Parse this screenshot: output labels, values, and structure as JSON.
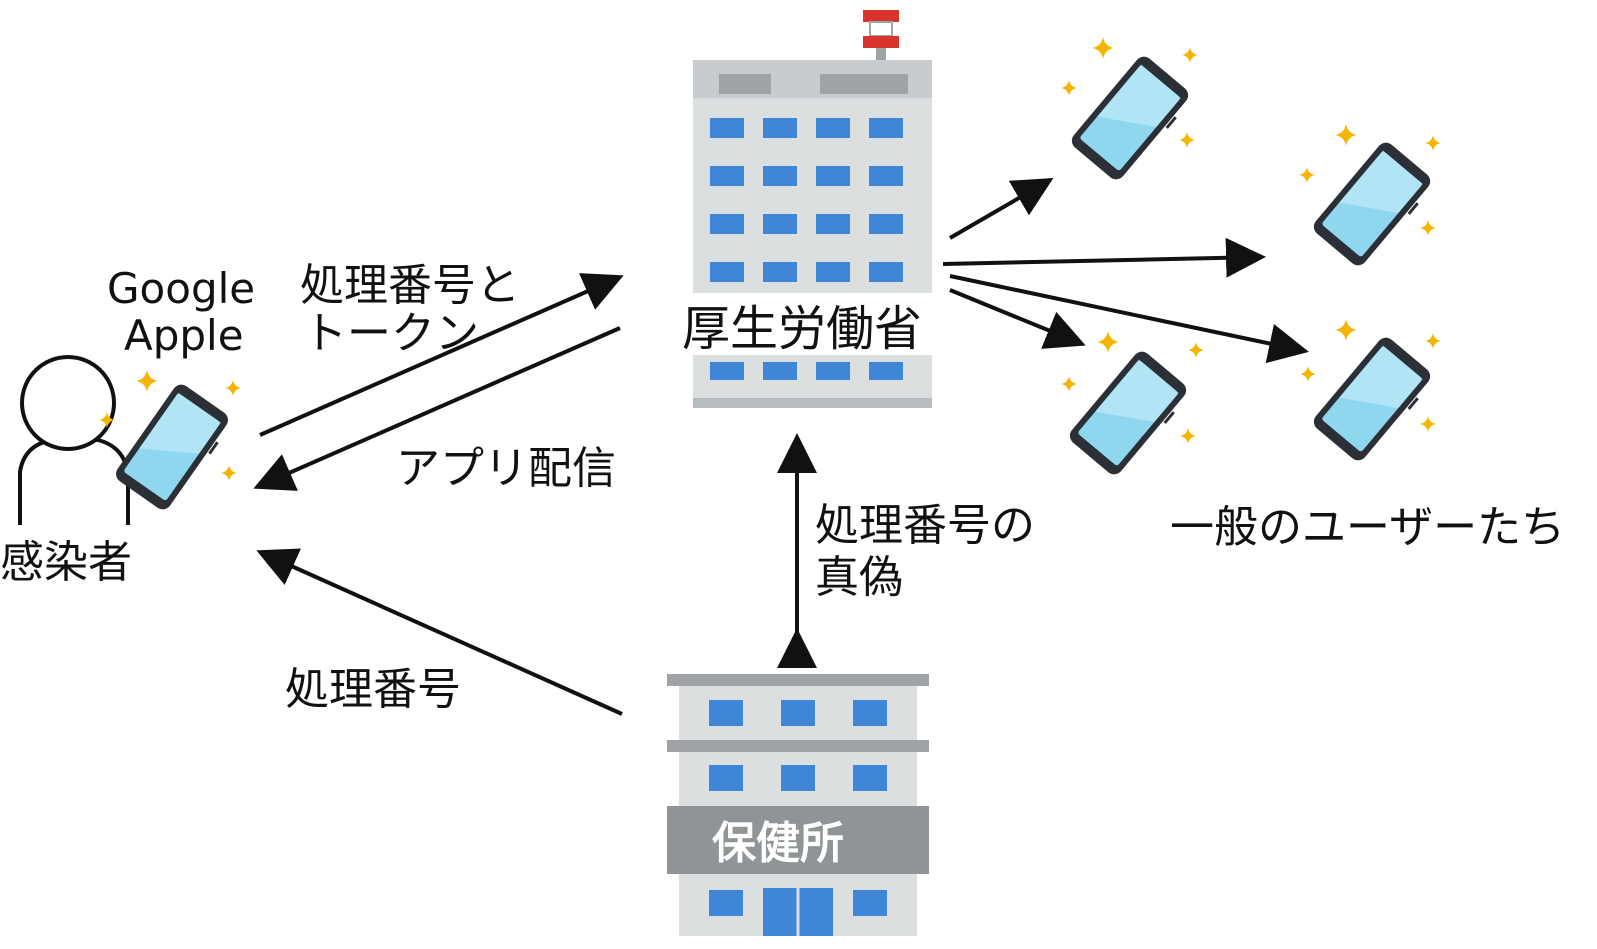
{
  "nodes": {
    "infected": {
      "label": "感染者"
    },
    "vendors": {
      "line1": "Google",
      "line2": "Apple"
    },
    "mhlw": {
      "label": "厚生労働省"
    },
    "health_center": {
      "sign": "保健所"
    },
    "users": {
      "label": "一般のユーザーたち"
    }
  },
  "edges": {
    "to_mhlw": {
      "line1": "処理番号と",
      "line2": "トークン"
    },
    "app_delivery": {
      "label": "アプリ配信"
    },
    "verification": {
      "line1": "処理番号の",
      "line2": "真偽"
    },
    "from_health_center": {
      "label": "処理番号"
    }
  },
  "colors": {
    "line": "#111111",
    "building_gray": "#dcdfe0",
    "building_dark": "#9ea3a6",
    "window_blue": "#3f86d6",
    "phone_screen": "#8fd6ef",
    "phone_body": "#2b2f36",
    "sparkle": "#f4b400"
  }
}
